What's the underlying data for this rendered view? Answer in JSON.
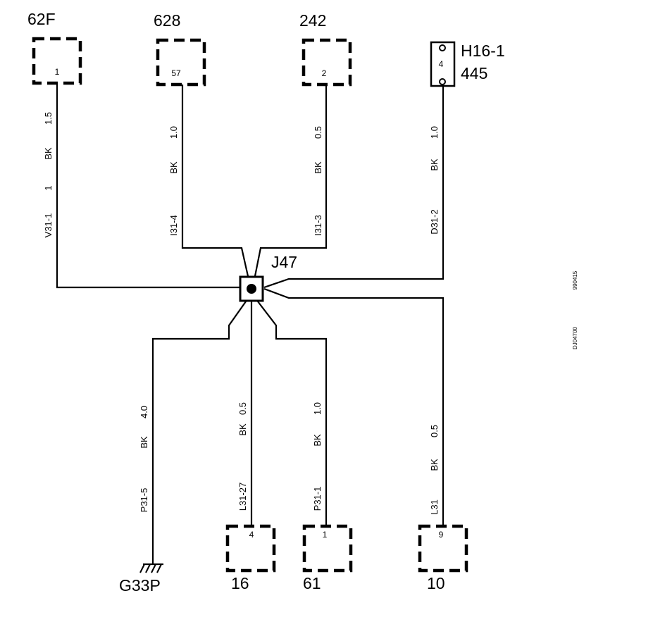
{
  "connectors": {
    "c62f": {
      "name": "62F",
      "pin": "1"
    },
    "c628": {
      "name": "628",
      "pin": "57"
    },
    "c242": {
      "name": "242",
      "pin": "2"
    },
    "h16": {
      "name": "H16-1",
      "sub": "445",
      "pin": "4"
    },
    "c16": {
      "name": "16",
      "pin": "4"
    },
    "c61": {
      "name": "61",
      "pin": "1"
    },
    "c10": {
      "name": "10",
      "pin": "9"
    }
  },
  "splice": {
    "name": "J47"
  },
  "ground": {
    "name": "G33P"
  },
  "wires": {
    "w1": {
      "size": "1.5",
      "color": "BK",
      "num": "1",
      "id": "V31-1"
    },
    "w2": {
      "size": "1.0",
      "color": "BK",
      "id": "I31-4"
    },
    "w3": {
      "size": "0.5",
      "color": "BK",
      "id": "I31-3"
    },
    "w4": {
      "size": "1.0",
      "color": "BK",
      "id": "D31-2"
    },
    "w5": {
      "size": "4.0",
      "color": "BK",
      "id": "P31-5"
    },
    "w6": {
      "size": "0.5",
      "color": "BK",
      "id": "L31-27"
    },
    "w7": {
      "size": "1.0",
      "color": "BK",
      "id": "P31-1"
    },
    "w8": {
      "size": "0.5",
      "color": "BK",
      "id": "L31"
    }
  },
  "side_codes": {
    "date": "990415",
    "ref": "DJ04700"
  }
}
